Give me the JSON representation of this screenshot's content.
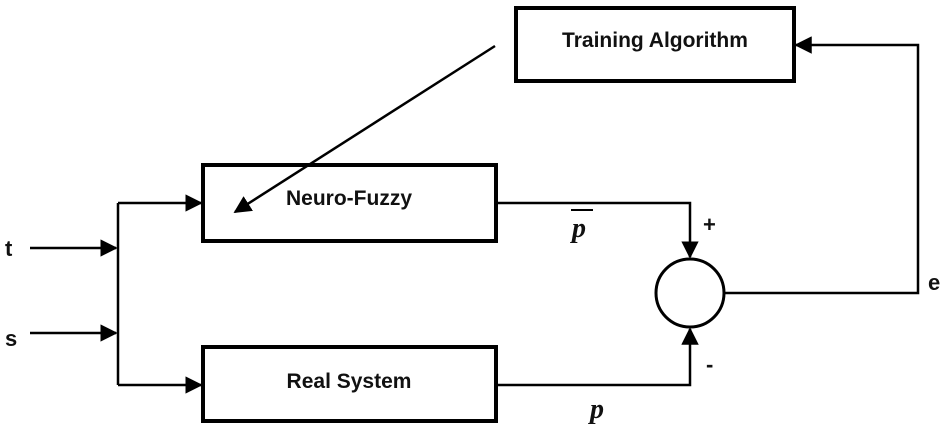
{
  "blocks": {
    "training": "Training Algorithm",
    "neuro_fuzzy": "Neuro-Fuzzy",
    "real_system": "Real System"
  },
  "inputs": {
    "t": "t",
    "s": "s"
  },
  "signals": {
    "p_bar": "p",
    "p": "p",
    "e": "e"
  },
  "summing_junction": {
    "plus": "+",
    "minus": "-"
  },
  "colors": {
    "stroke": "#000000",
    "background": "#ffffff"
  }
}
